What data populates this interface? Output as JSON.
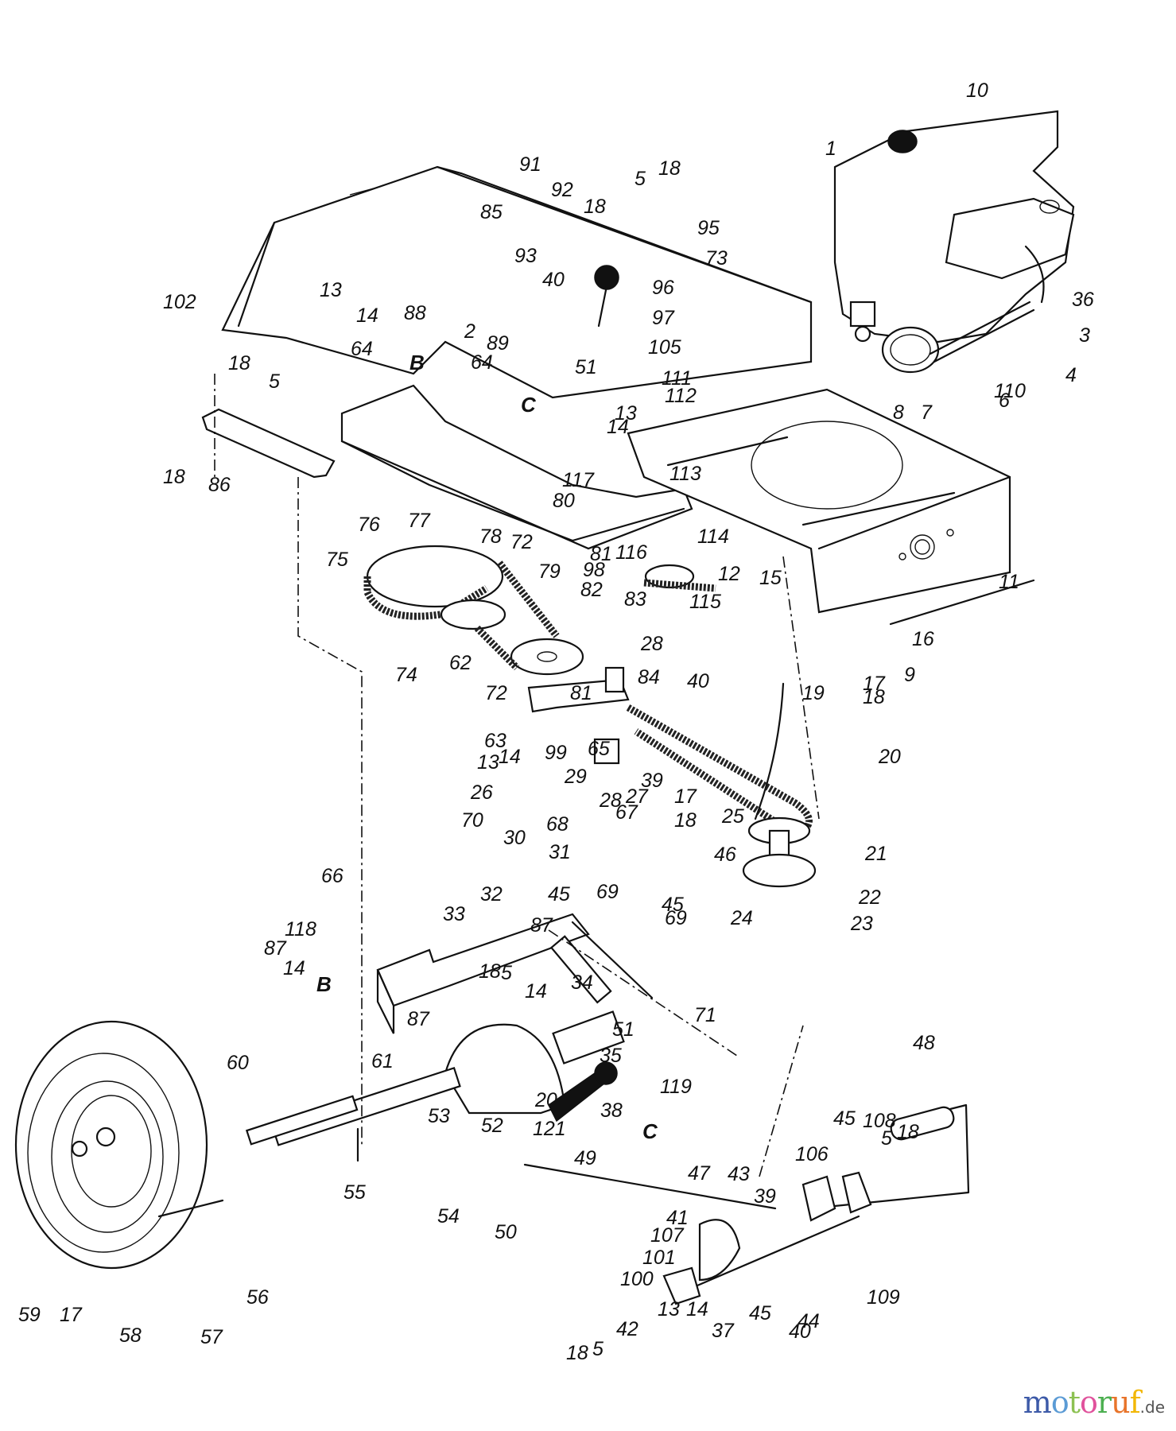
{
  "diagram": {
    "title": "Lawn tractor drive system exploded parts diagram",
    "section_markers": [
      "B",
      "C"
    ],
    "callouts": [
      {
        "id": "c-10",
        "label": "10"
      },
      {
        "id": "c-1",
        "label": "1"
      },
      {
        "id": "c-91",
        "label": "91"
      },
      {
        "id": "c-92",
        "label": "92"
      },
      {
        "id": "c-5a",
        "label": "5"
      },
      {
        "id": "c-18a",
        "label": "18"
      },
      {
        "id": "c-18b",
        "label": "18"
      },
      {
        "id": "c-95",
        "label": "95"
      },
      {
        "id": "c-85",
        "label": "85"
      },
      {
        "id": "c-93",
        "label": "93"
      },
      {
        "id": "c-73",
        "label": "73"
      },
      {
        "id": "c-40a",
        "label": "40"
      },
      {
        "id": "c-96",
        "label": "96"
      },
      {
        "id": "c-97",
        "label": "97"
      },
      {
        "id": "c-102",
        "label": "102"
      },
      {
        "id": "c-13a",
        "label": "13"
      },
      {
        "id": "c-14a",
        "label": "14"
      },
      {
        "id": "c-2",
        "label": "2"
      },
      {
        "id": "c-88",
        "label": "88"
      },
      {
        "id": "c-89",
        "label": "89"
      },
      {
        "id": "c-64a",
        "label": "64"
      },
      {
        "id": "c-64b",
        "label": "64"
      },
      {
        "id": "c-105",
        "label": "105"
      },
      {
        "id": "c-51a",
        "label": "51"
      },
      {
        "id": "c-36",
        "label": "36"
      },
      {
        "id": "c-3",
        "label": "3"
      },
      {
        "id": "c-4",
        "label": "4"
      },
      {
        "id": "c-110",
        "label": "110"
      },
      {
        "id": "c-6",
        "label": "6"
      },
      {
        "id": "c-7",
        "label": "7"
      },
      {
        "id": "c-8",
        "label": "8"
      },
      {
        "id": "c-111",
        "label": "111"
      },
      {
        "id": "c-112",
        "label": "112"
      },
      {
        "id": "c-13b",
        "label": "13"
      },
      {
        "id": "c-14b",
        "label": "14"
      },
      {
        "id": "c-18c",
        "label": "18"
      },
      {
        "id": "c-5b",
        "label": "5"
      },
      {
        "id": "c-18d",
        "label": "18"
      },
      {
        "id": "c-86",
        "label": "86"
      },
      {
        "id": "c-117",
        "label": "117"
      },
      {
        "id": "c-80",
        "label": "80"
      },
      {
        "id": "c-76",
        "label": "76"
      },
      {
        "id": "c-77",
        "label": "77"
      },
      {
        "id": "c-78",
        "label": "78"
      },
      {
        "id": "c-72a",
        "label": "72"
      },
      {
        "id": "c-79",
        "label": "79"
      },
      {
        "id": "c-81a",
        "label": "81"
      },
      {
        "id": "c-98",
        "label": "98"
      },
      {
        "id": "c-82",
        "label": "82"
      },
      {
        "id": "c-75",
        "label": "75"
      },
      {
        "id": "c-116",
        "label": "116"
      },
      {
        "id": "c-113",
        "label": "113"
      },
      {
        "id": "c-114",
        "label": "114"
      },
      {
        "id": "c-12",
        "label": "12"
      },
      {
        "id": "c-15",
        "label": "15"
      },
      {
        "id": "c-11",
        "label": "11"
      },
      {
        "id": "c-83",
        "label": "83"
      },
      {
        "id": "c-115",
        "label": "115"
      },
      {
        "id": "c-16",
        "label": "16"
      },
      {
        "id": "c-9",
        "label": "9"
      },
      {
        "id": "c-28a",
        "label": "28"
      },
      {
        "id": "c-62",
        "label": "62"
      },
      {
        "id": "c-74",
        "label": "74"
      },
      {
        "id": "c-84",
        "label": "84"
      },
      {
        "id": "c-40b",
        "label": "40"
      },
      {
        "id": "c-17a",
        "label": "17"
      },
      {
        "id": "c-18e",
        "label": "18"
      },
      {
        "id": "c-72b",
        "label": "72"
      },
      {
        "id": "c-81b",
        "label": "81"
      },
      {
        "id": "c-19",
        "label": "19"
      },
      {
        "id": "c-63",
        "label": "63"
      },
      {
        "id": "c-99",
        "label": "99"
      },
      {
        "id": "c-65",
        "label": "65"
      },
      {
        "id": "c-29",
        "label": "29"
      },
      {
        "id": "c-39a",
        "label": "39"
      },
      {
        "id": "c-20",
        "label": "20"
      },
      {
        "id": "c-13c",
        "label": "13"
      },
      {
        "id": "c-14c",
        "label": "14"
      },
      {
        "id": "c-26",
        "label": "26"
      },
      {
        "id": "c-28b",
        "label": "28"
      },
      {
        "id": "c-27",
        "label": "27"
      },
      {
        "id": "c-17b",
        "label": "17"
      },
      {
        "id": "c-70",
        "label": "70"
      },
      {
        "id": "c-68",
        "label": "68"
      },
      {
        "id": "c-67",
        "label": "67"
      },
      {
        "id": "c-18f",
        "label": "18"
      },
      {
        "id": "c-25",
        "label": "25"
      },
      {
        "id": "c-30",
        "label": "30"
      },
      {
        "id": "c-46",
        "label": "46"
      },
      {
        "id": "c-21",
        "label": "21"
      },
      {
        "id": "c-31",
        "label": "31"
      },
      {
        "id": "c-66",
        "label": "66"
      },
      {
        "id": "c-32",
        "label": "32"
      },
      {
        "id": "c-45a",
        "label": "45"
      },
      {
        "id": "c-69a",
        "label": "69"
      },
      {
        "id": "c-22",
        "label": "22"
      },
      {
        "id": "c-45b",
        "label": "45"
      },
      {
        "id": "c-69b",
        "label": "69"
      },
      {
        "id": "c-24",
        "label": "24"
      },
      {
        "id": "c-23",
        "label": "23"
      },
      {
        "id": "c-118",
        "label": "118"
      },
      {
        "id": "c-33",
        "label": "33"
      },
      {
        "id": "c-87a",
        "label": "87"
      },
      {
        "id": "c-87b",
        "label": "87"
      },
      {
        "id": "c-14d",
        "label": "14"
      },
      {
        "id": "c-18g",
        "label": "18"
      },
      {
        "id": "c-5c",
        "label": "5"
      },
      {
        "id": "c-14e",
        "label": "14"
      },
      {
        "id": "c-34",
        "label": "34"
      },
      {
        "id": "c-71",
        "label": "71"
      },
      {
        "id": "c-87c",
        "label": "87"
      },
      {
        "id": "c-51b",
        "label": "51"
      },
      {
        "id": "c-48",
        "label": "48"
      },
      {
        "id": "c-60",
        "label": "60"
      },
      {
        "id": "c-61",
        "label": "61"
      },
      {
        "id": "c-35",
        "label": "35"
      },
      {
        "id": "c-119",
        "label": "119"
      },
      {
        "id": "c-53",
        "label": "53"
      },
      {
        "id": "c-20b",
        "label": "20"
      },
      {
        "id": "c-38",
        "label": "38"
      },
      {
        "id": "c-52",
        "label": "52"
      },
      {
        "id": "c-121",
        "label": "121"
      },
      {
        "id": "c-55",
        "label": "55"
      },
      {
        "id": "c-49",
        "label": "49"
      },
      {
        "id": "c-54",
        "label": "54"
      },
      {
        "id": "c-50",
        "label": "50"
      },
      {
        "id": "c-47",
        "label": "47"
      },
      {
        "id": "c-43",
        "label": "43"
      },
      {
        "id": "c-45c",
        "label": "45"
      },
      {
        "id": "c-108",
        "label": "108"
      },
      {
        "id": "c-5d",
        "label": "5"
      },
      {
        "id": "c-18h",
        "label": "18"
      },
      {
        "id": "c-106",
        "label": "106"
      },
      {
        "id": "c-39b",
        "label": "39"
      },
      {
        "id": "c-41",
        "label": "41"
      },
      {
        "id": "c-107",
        "label": "107"
      },
      {
        "id": "c-101",
        "label": "101"
      },
      {
        "id": "c-100",
        "label": "100"
      },
      {
        "id": "c-44",
        "label": "44"
      },
      {
        "id": "c-109",
        "label": "109"
      },
      {
        "id": "c-45d",
        "label": "45"
      },
      {
        "id": "c-13d",
        "label": "13"
      },
      {
        "id": "c-14f",
        "label": "14"
      },
      {
        "id": "c-37",
        "label": "37"
      },
      {
        "id": "c-42",
        "label": "42"
      },
      {
        "id": "c-40c",
        "label": "40"
      },
      {
        "id": "c-18i",
        "label": "18"
      },
      {
        "id": "c-5e",
        "label": "5"
      },
      {
        "id": "c-59",
        "label": "59"
      },
      {
        "id": "c-17c",
        "label": "17"
      },
      {
        "id": "c-58",
        "label": "58"
      },
      {
        "id": "c-57",
        "label": "57"
      },
      {
        "id": "c-56",
        "label": "56"
      }
    ],
    "markers": [
      {
        "id": "m-B1",
        "label": "B"
      },
      {
        "id": "m-C1",
        "label": "C"
      },
      {
        "id": "m-B2",
        "label": "B"
      },
      {
        "id": "m-C2",
        "label": "C"
      }
    ]
  },
  "watermark": {
    "letters": [
      {
        "ch": "m",
        "color": "#3d5aa8"
      },
      {
        "ch": "o",
        "color": "#5b9bd5"
      },
      {
        "ch": "t",
        "color": "#8cc152"
      },
      {
        "ch": "o",
        "color": "#e0529c"
      },
      {
        "ch": "r",
        "color": "#4caf50"
      },
      {
        "ch": "u",
        "color": "#e8742a"
      },
      {
        "ch": "f",
        "color": "#f2b705"
      }
    ],
    "tld": ".de"
  }
}
